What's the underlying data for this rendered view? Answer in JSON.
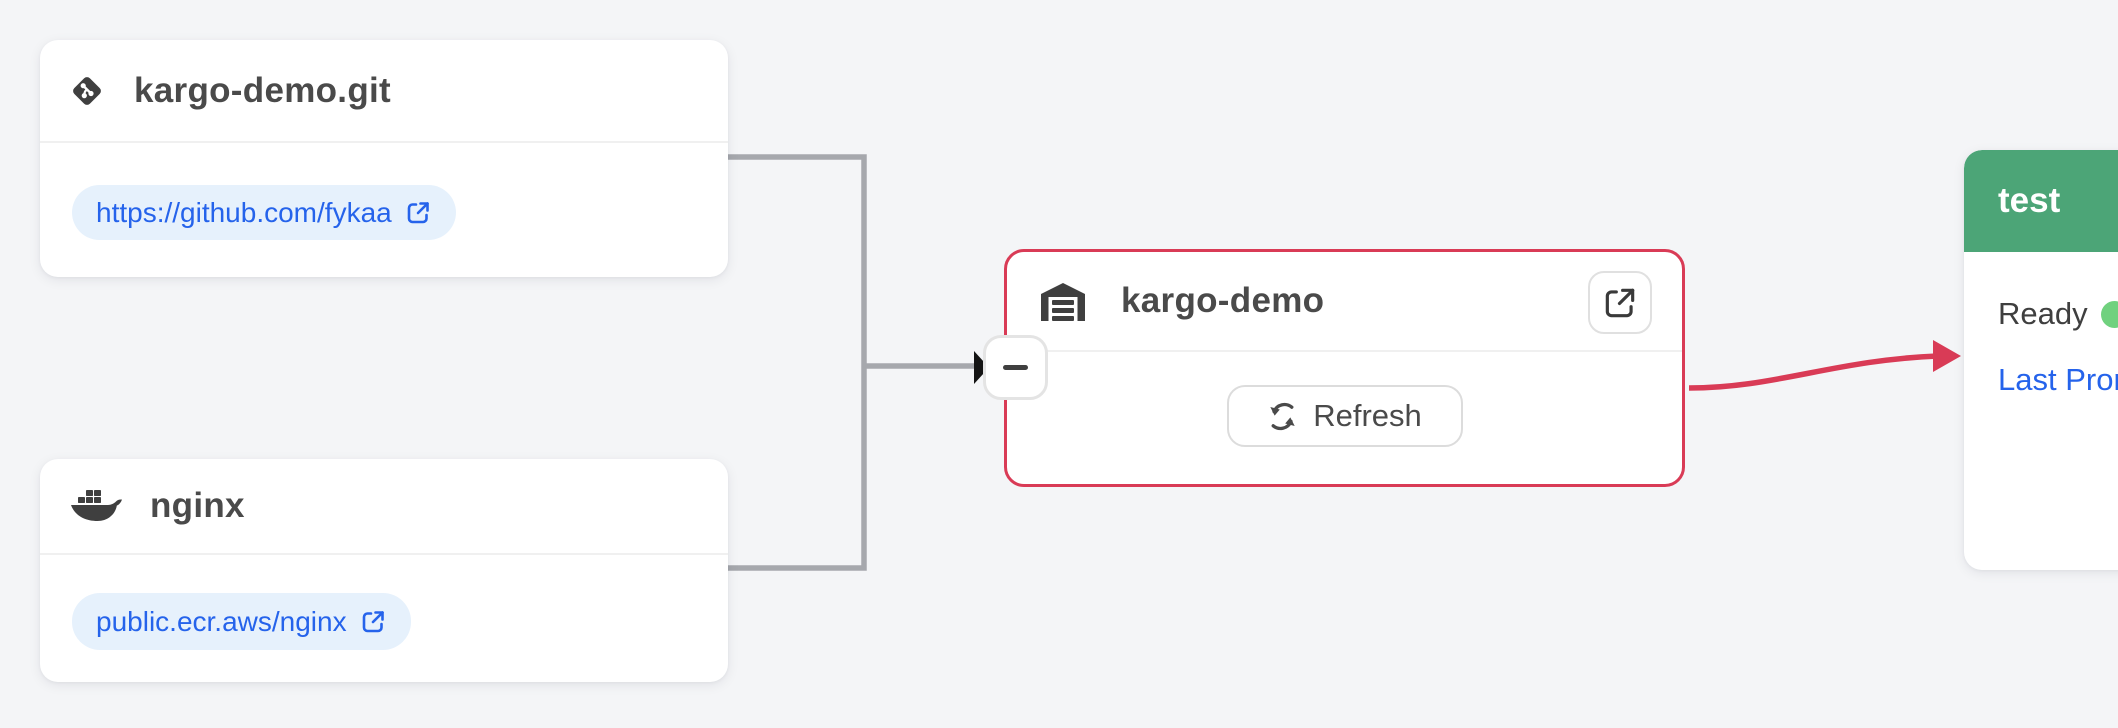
{
  "colors": {
    "canvas-bg": "#f4f5f7",
    "accent-red": "#d93b56",
    "edge-gray": "#a6a8ad",
    "stage-green": "#4ca577",
    "status-green": "#70d17e",
    "link-blue": "#2563eb",
    "pill-bg": "#e6f1fc"
  },
  "nodes": {
    "git_repo": {
      "icon": "git-icon",
      "title": "kargo-demo.git",
      "link_label": "https://github.com/fykaa"
    },
    "image_repo": {
      "icon": "docker-icon",
      "title": "nginx",
      "link_label": "public.ecr.aws/nginx"
    },
    "warehouse": {
      "icon": "warehouse-icon",
      "title": "kargo-demo",
      "refresh_label": "Refresh",
      "collapse_label": "minus"
    },
    "stage_test": {
      "title": "test",
      "status_label": "Ready",
      "last_promotion_label": "Last Promotion"
    }
  },
  "edges": [
    {
      "from": "kargo-demo.git",
      "to": "kargo-demo",
      "color": "gray"
    },
    {
      "from": "nginx",
      "to": "kargo-demo",
      "color": "gray"
    },
    {
      "from": "kargo-demo",
      "to": "test",
      "color": "red"
    }
  ]
}
